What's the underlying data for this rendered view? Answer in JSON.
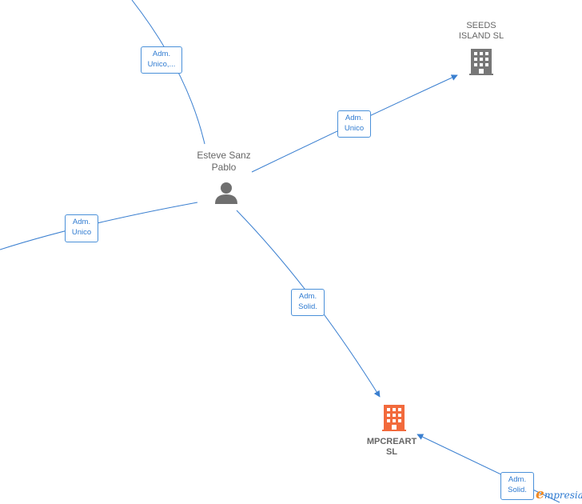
{
  "nodes": {
    "person": {
      "label_line1": "Esteve Sanz",
      "label_line2": "Pablo"
    },
    "seeds": {
      "label_line1": "SEEDS",
      "label_line2": "ISLAND  SL"
    },
    "mpcreart": {
      "label_line1": "MPCREART",
      "label_line2": "SL"
    }
  },
  "edges": {
    "top": {
      "line1": "Adm.",
      "line2": "Unico,..."
    },
    "seeds": {
      "line1": "Adm.",
      "line2": "Unico"
    },
    "left": {
      "line1": "Adm.",
      "line2": "Unico"
    },
    "mpcreart": {
      "line1": "Adm.",
      "line2": "Solid."
    },
    "bottom_right": {
      "line1": "Adm.",
      "line2": "Solid."
    }
  },
  "watermark": {
    "initial": "e",
    "rest": "mpresia"
  },
  "colors": {
    "edge": "#3a7fd0",
    "company_gray": "#777777",
    "company_focus": "#f26a3c",
    "person_gray": "#6f6f6f"
  }
}
